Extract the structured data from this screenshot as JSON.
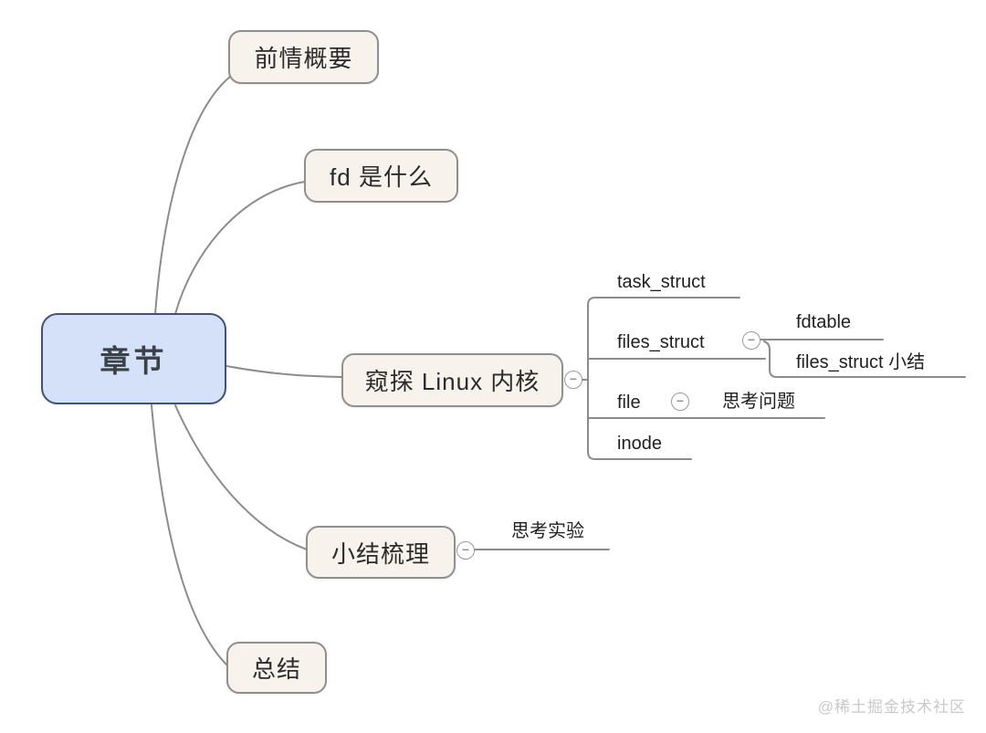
{
  "colors": {
    "root_fill": "#d4e1f8",
    "root_border": "#41517c",
    "node_fill": "#f7f2eb",
    "node_border": "#8f8f8f",
    "line": "#8c8c8c",
    "collapse_minus": "#8b90bd",
    "watermark_text": "#c9c9c9"
  },
  "icons": {
    "collapse": "−"
  },
  "root": {
    "label": "章节"
  },
  "branches": {
    "overview": {
      "label": "前情概要"
    },
    "fd": {
      "label": "fd 是什么"
    },
    "kernel": {
      "label": "窥探 Linux 内核",
      "children": {
        "task_struct": {
          "label": "task_struct"
        },
        "files_struct": {
          "label": "files_struct",
          "children": {
            "fdtable": {
              "label": "fdtable"
            },
            "summary": {
              "label": "files_struct 小结"
            }
          }
        },
        "file": {
          "label": "file",
          "children": {
            "question": {
              "label": "思考问题"
            }
          }
        },
        "inode": {
          "label": "inode"
        }
      }
    },
    "summary": {
      "label": "小结梳理",
      "children": {
        "experiment": {
          "label": "思考实验"
        }
      }
    },
    "conclusion": {
      "label": "总结"
    }
  },
  "watermark": {
    "text": "@稀土掘金技术社区"
  }
}
